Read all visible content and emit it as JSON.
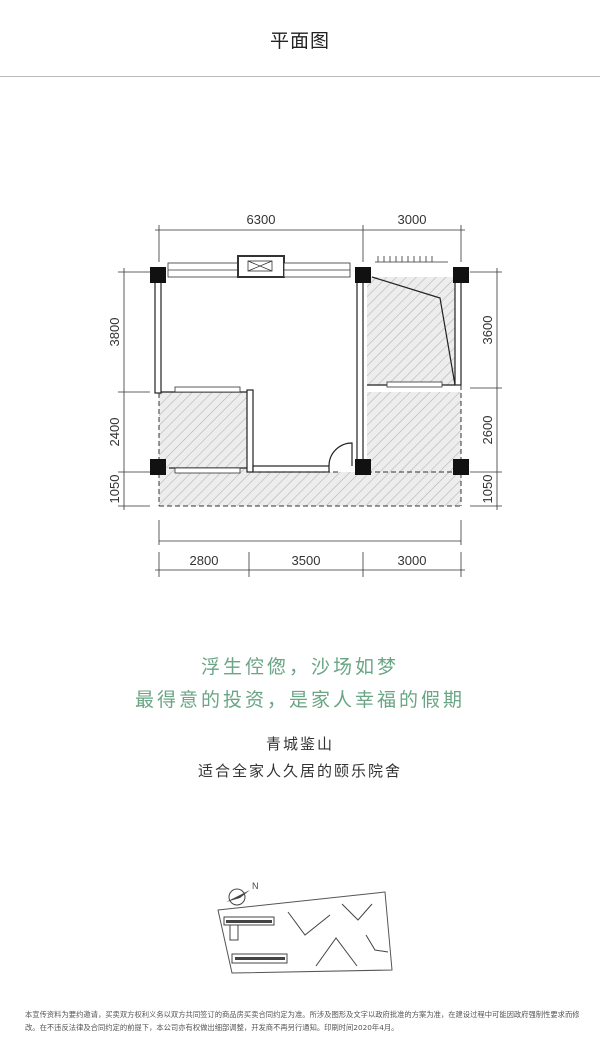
{
  "header": {
    "title": "平面图"
  },
  "plan": {
    "top_dims": [
      "6300",
      "3000"
    ],
    "left_dims": [
      "3800",
      "2400",
      "1050"
    ],
    "right_dims": [
      "3600",
      "2600",
      "1050"
    ],
    "bottom_dims": [
      "2800",
      "3500",
      "3000"
    ],
    "hatch_color": "#b5b5b5"
  },
  "slogan": {
    "line1": "浮生倥偬，沙场如梦",
    "line2": "最得意的投资，是家人幸福的假期",
    "color": "#6aa585"
  },
  "project": {
    "name": "青城鉴山",
    "tagline": "适合全家人久居的颐乐院舍"
  },
  "site_map": {
    "north_label": "N"
  },
  "footer": {
    "disclaimer": "本宣传资料为要约邀请，买卖双方权利义务以双方共同签订的商品房买卖合同约定为准。所涉及图形及文字以政府批准的方案为准，在建设过程中可能因政府强制性要求而修改。在不违反法律及合同约定的前提下，本公司亦有权做出细部调整，开发商不再另行通知。印刷时间2020年4月。"
  }
}
